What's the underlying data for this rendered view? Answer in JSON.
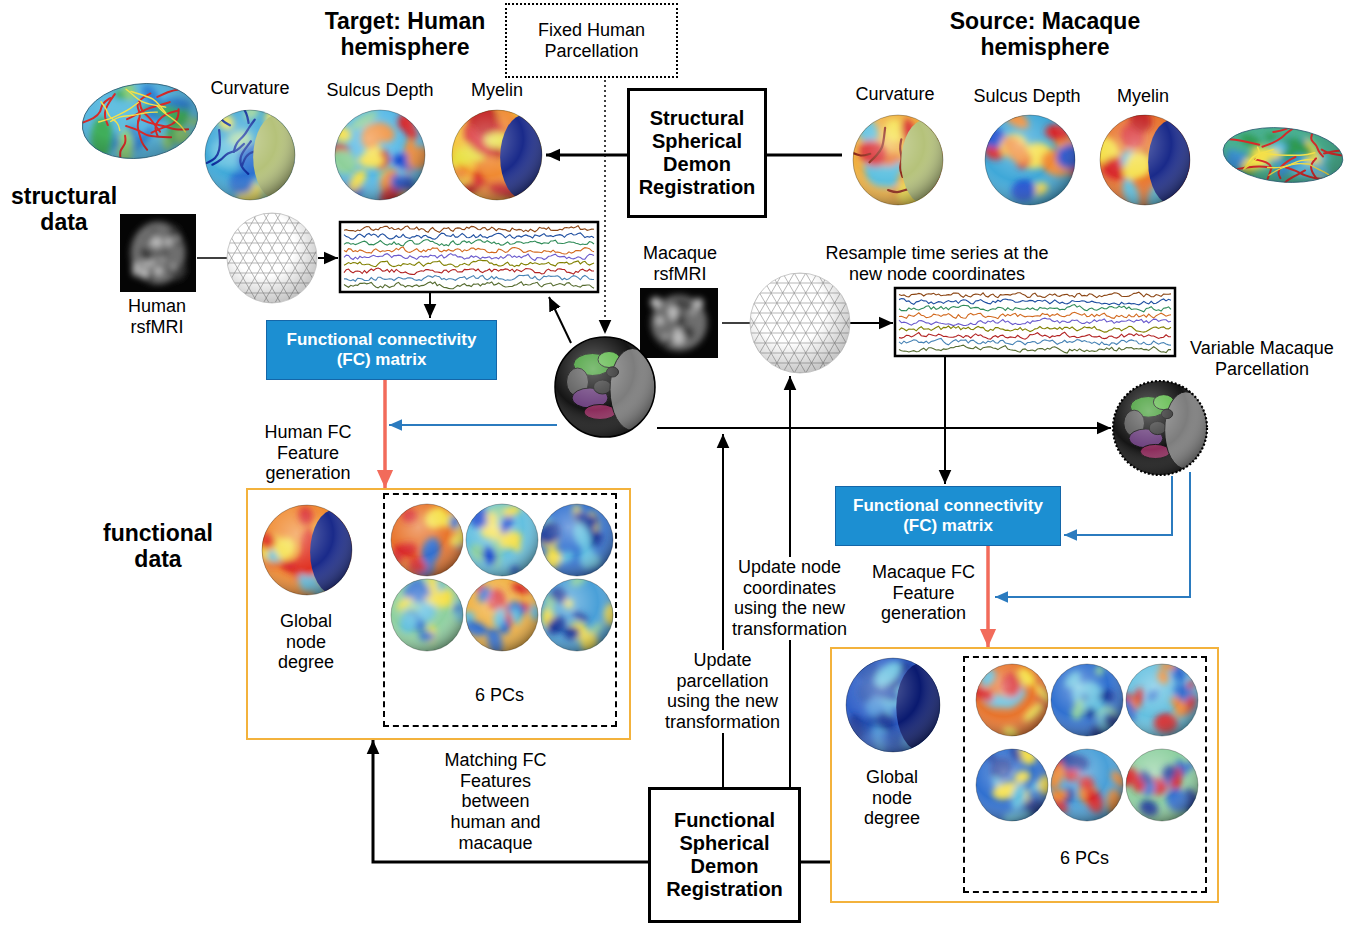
{
  "diagram": {
    "nodes": [
      {
        "text": [
          "Fixed Human Parcellation"
        ]
      },
      {
        "text": [
          "Structural Spherical Demon Registration"
        ]
      },
      {
        "text": [
          "Functional connectivity (FC) matrix"
        ]
      },
      {
        "text": [
          "Functional connectivity (FC) matrix"
        ]
      },
      {
        "text": [
          "Global node degree"
        ]
      },
      {
        "text": [
          "6 PCs"
        ],
        "in": 4
      },
      {
        "text": [
          "Global node degree"
        ]
      },
      {
        "text": [
          "6 PCs"
        ],
        "in": 6
      },
      {
        "text": [
          "Functional Spherical Demon Registration"
        ]
      }
    ],
    "edges": [
      {
        "from": 2,
        "to": 4,
        "arrow": "to",
        "label": "Human FC Feature generation"
      },
      {
        "from": 3,
        "to": 6,
        "arrow": "to",
        "label": "Macaque FC Feature generation"
      },
      {
        "from": 8,
        "to": 4,
        "arrow": "to",
        "label": "Matching FC Features between human and macaque"
      },
      {
        "from": 6,
        "to": 8,
        "arrow": "none"
      }
    ],
    "labels": [
      "Target: Human hemisphere",
      "Curvature",
      "Sulcus Depth",
      "Myelin",
      "Source: Macaque hemisphere",
      "Curvature",
      "Sulcus Depth",
      "Myelin",
      "structural data",
      "Human rsfMRI",
      "Macaque rsfMRI",
      "Resample time series at the new node coordinates",
      "Variable Macaque Parcellation",
      "functional data",
      "Update node coordinates using the new transformation",
      "Update parcellation using the new transformation"
    ]
  }
}
